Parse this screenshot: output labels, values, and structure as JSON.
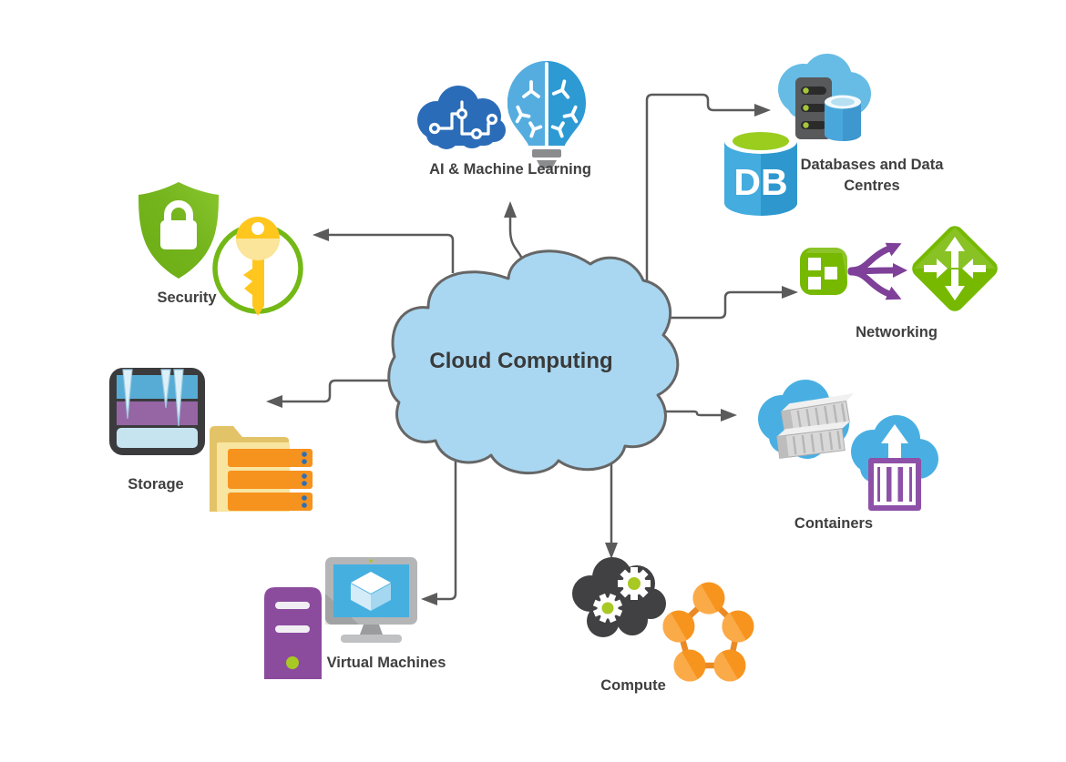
{
  "diagram": {
    "title": "Cloud Computing",
    "nodes": [
      {
        "id": "ai-machine-learning",
        "label": "AI & Machine Learning"
      },
      {
        "id": "databases-data-centres",
        "label": "Databases and Data Centres",
        "label_line1": "Databases and Data",
        "label_line2": "Centres",
        "badge": "DB"
      },
      {
        "id": "networking",
        "label": "Networking"
      },
      {
        "id": "containers",
        "label": "Containers"
      },
      {
        "id": "compute",
        "label": "Compute"
      },
      {
        "id": "virtual-machines",
        "label": "Virtual Machines"
      },
      {
        "id": "storage",
        "label": "Storage"
      },
      {
        "id": "security",
        "label": "Security"
      }
    ],
    "colors": {
      "central_cloud_fill": "#A9D7F1",
      "central_cloud_stroke": "#666666",
      "connector": "#5B5B5B",
      "label_text": "#3F3F3F",
      "green": "#76B900",
      "lime": "#A8C824",
      "purple": "#8E51A8",
      "arrow_purple": "#7E4098",
      "orange": "#F7941E",
      "azure_blue": "#3AA6DB",
      "sky_blue": "#49AFE2",
      "brain_blue": "#2B6CB8",
      "dark_gray": "#414042",
      "key_yellow": "#FFC61E",
      "folder_yellow": "#F8E5A0"
    }
  }
}
